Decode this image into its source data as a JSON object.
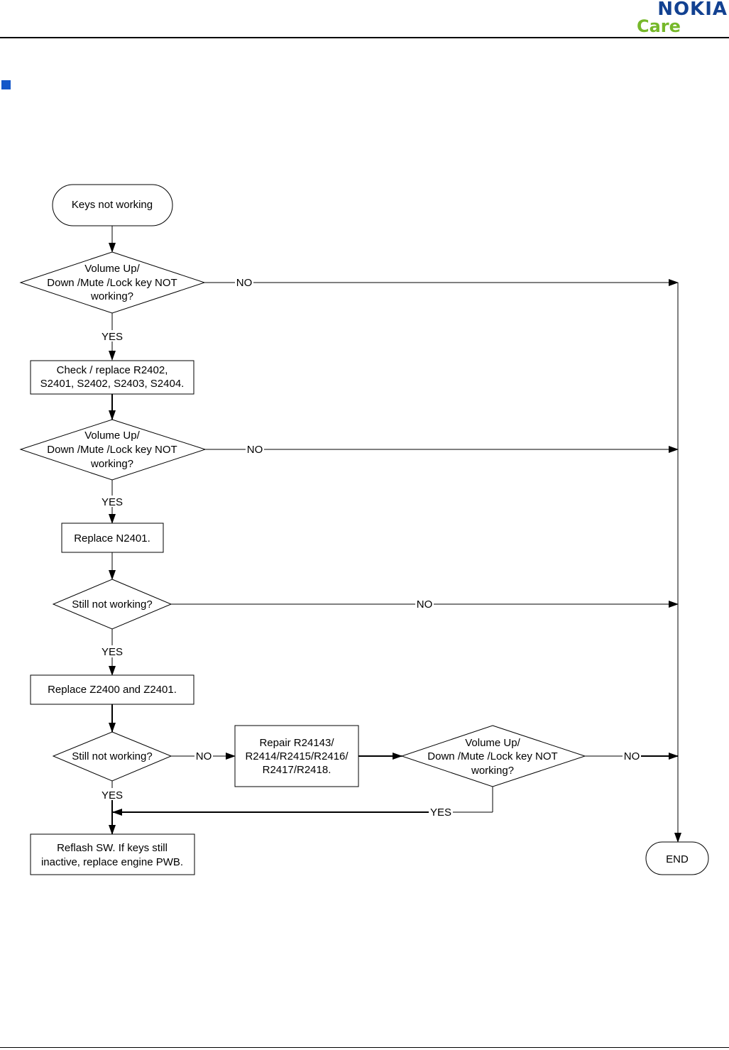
{
  "header": {
    "logo_text": "NOKIA",
    "logo_subtext": "Care",
    "logo_color": "#124191",
    "logo_sub_color": "#76b82a",
    "bullet_color": "#1457c9"
  },
  "flowchart": {
    "start": "Keys not working",
    "d1": [
      "Volume Up/",
      "Down /Mute /Lock key NOT",
      "working?"
    ],
    "p1": [
      "Check / replace R2402,",
      "S2401, S2402, S2403, S2404."
    ],
    "d2": [
      "Volume Up/",
      "Down /Mute /Lock key NOT",
      "working?"
    ],
    "p2": "Replace N2401.",
    "d3": "Still not working?",
    "p3": "Replace Z2400 and Z2401.",
    "d4": "Still not working?",
    "p4": [
      "Repair R24143/",
      "R2414/R2415/R2416/",
      "R2417/R2418."
    ],
    "d5": [
      "Volume Up/",
      "Down /Mute /Lock key NOT",
      "working?"
    ],
    "p5": [
      "Reflash SW. If keys still",
      "inactive, replace engine PWB."
    ],
    "end": "END",
    "yes": "YES",
    "no": "NO"
  }
}
